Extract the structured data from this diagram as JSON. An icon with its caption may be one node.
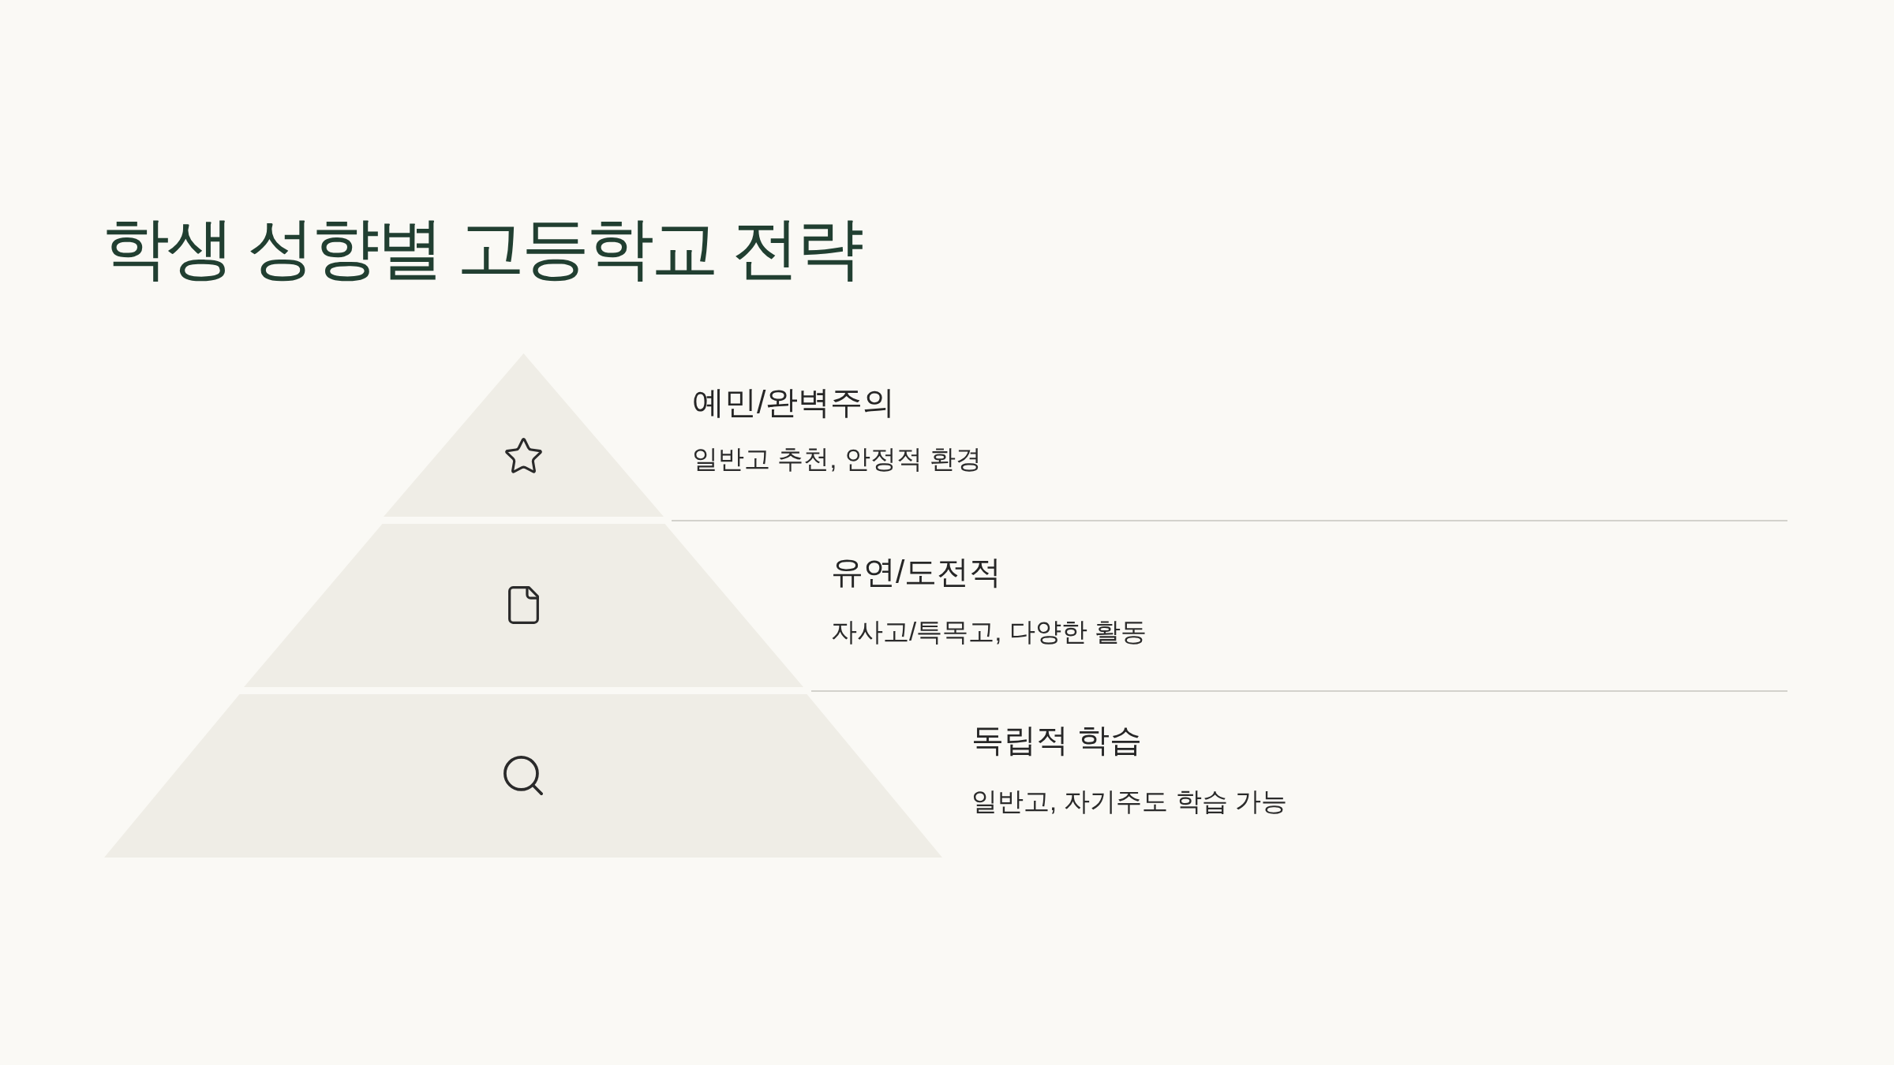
{
  "diagram": {
    "title": "학생 성향별 고등학교 전략",
    "nodes": [
      {
        "text": [
          "예민/완벽주의",
          "일반고 추천, 안정적 환경"
        ]
      },
      {
        "text": [
          "유연/도전적",
          "자사고/특목고, 다양한 활동"
        ]
      },
      {
        "text": [
          "독립적 학습",
          "일반고, 자기주도 학습 가능"
        ]
      }
    ]
  }
}
